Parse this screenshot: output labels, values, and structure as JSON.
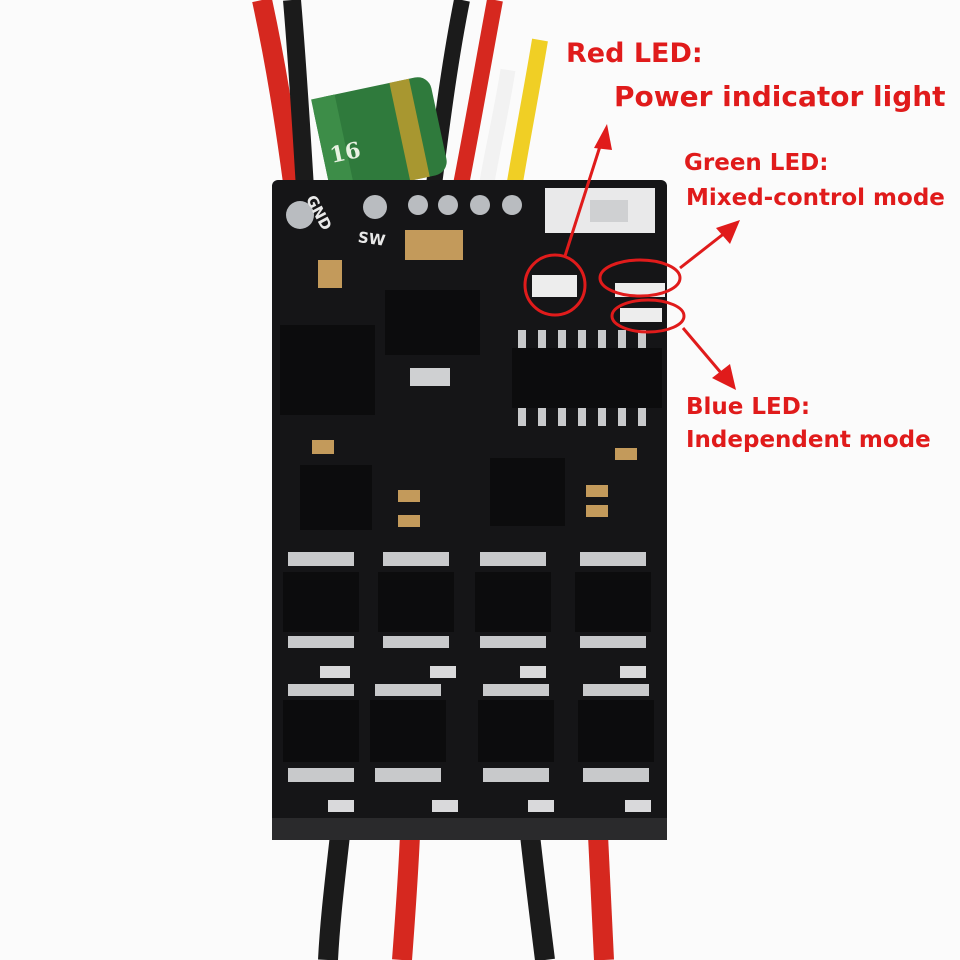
{
  "annotations": {
    "red_led": {
      "title": "Red LED:",
      "description": "Power indicator light",
      "color": "#e01b1b"
    },
    "green_led": {
      "title": "Green LED:",
      "description": "Mixed-control mode",
      "color": "#e01b1b"
    },
    "blue_led": {
      "title": "Blue LED:",
      "description": "Independent mode",
      "color": "#e01b1b"
    }
  },
  "board_silkscreen": {
    "gnd": "GND",
    "sw": "SW"
  },
  "capacitor_marking": "16"
}
